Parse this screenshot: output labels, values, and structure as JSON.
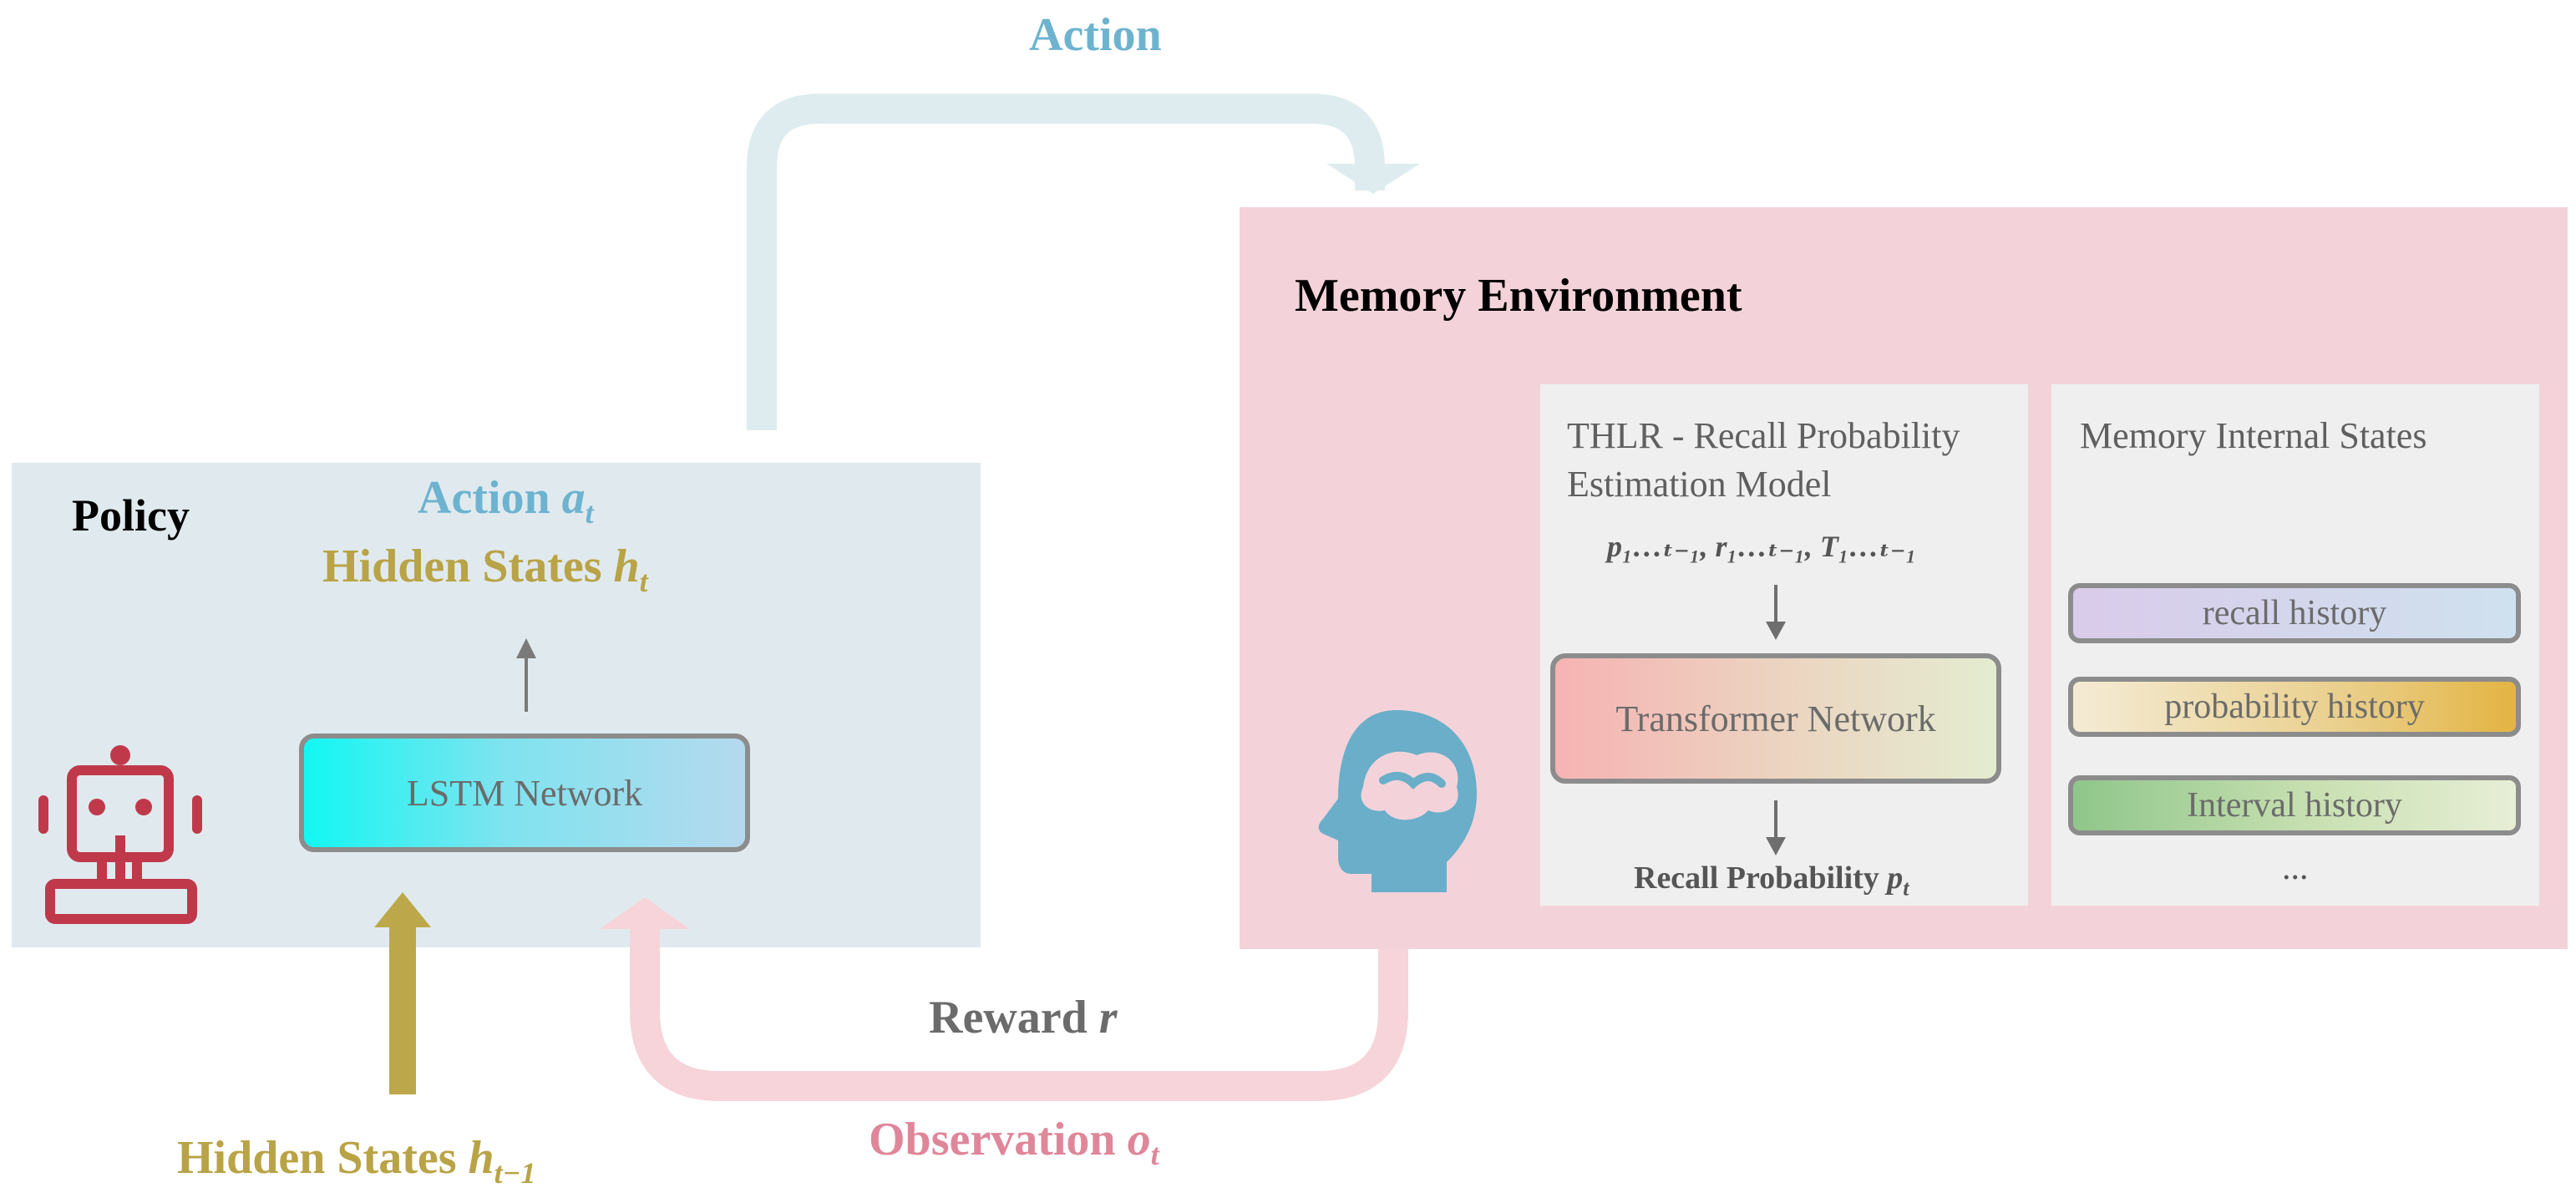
{
  "top_label": "Action",
  "policy": {
    "title": "Policy",
    "action_out": "Action",
    "action_sym": "a",
    "action_sub": "t",
    "hidden_out": "Hidden States",
    "hidden_sym": "h",
    "hidden_sub": "t",
    "lstm": "LSTM Network",
    "hidden_in": "Hidden States",
    "hidden_in_sym": "h",
    "hidden_in_sub": "t−1"
  },
  "environment": {
    "title": "Memory Environment",
    "thlr_title_line1": "THLR - Recall Probability",
    "thlr_title_line2": "Estimation Model",
    "thlr_inputs": "p₁…ₜ₋₁, r₁…ₜ₋₁, T₁…ₜ₋₁",
    "transformer": "Transformer Network",
    "recall_prob": "Recall Probability",
    "recall_sym": "p",
    "recall_sub": "t",
    "mem_title": "Memory Internal States",
    "histories": [
      "recall history",
      "probability history",
      "Interval history"
    ],
    "ellipsis": "..."
  },
  "reward": {
    "label": "Reward",
    "sym": "r"
  },
  "observation": {
    "label": "Observation",
    "sym": "o",
    "sub": "t"
  },
  "colors": {
    "action_blue": "#6db3cf",
    "hidden_gold": "#b9a347",
    "observation_pink": "#e0869a",
    "reward_gray": "#6b6b6b",
    "robot_red": "#c0394b",
    "head_blue": "#6aaec9"
  }
}
